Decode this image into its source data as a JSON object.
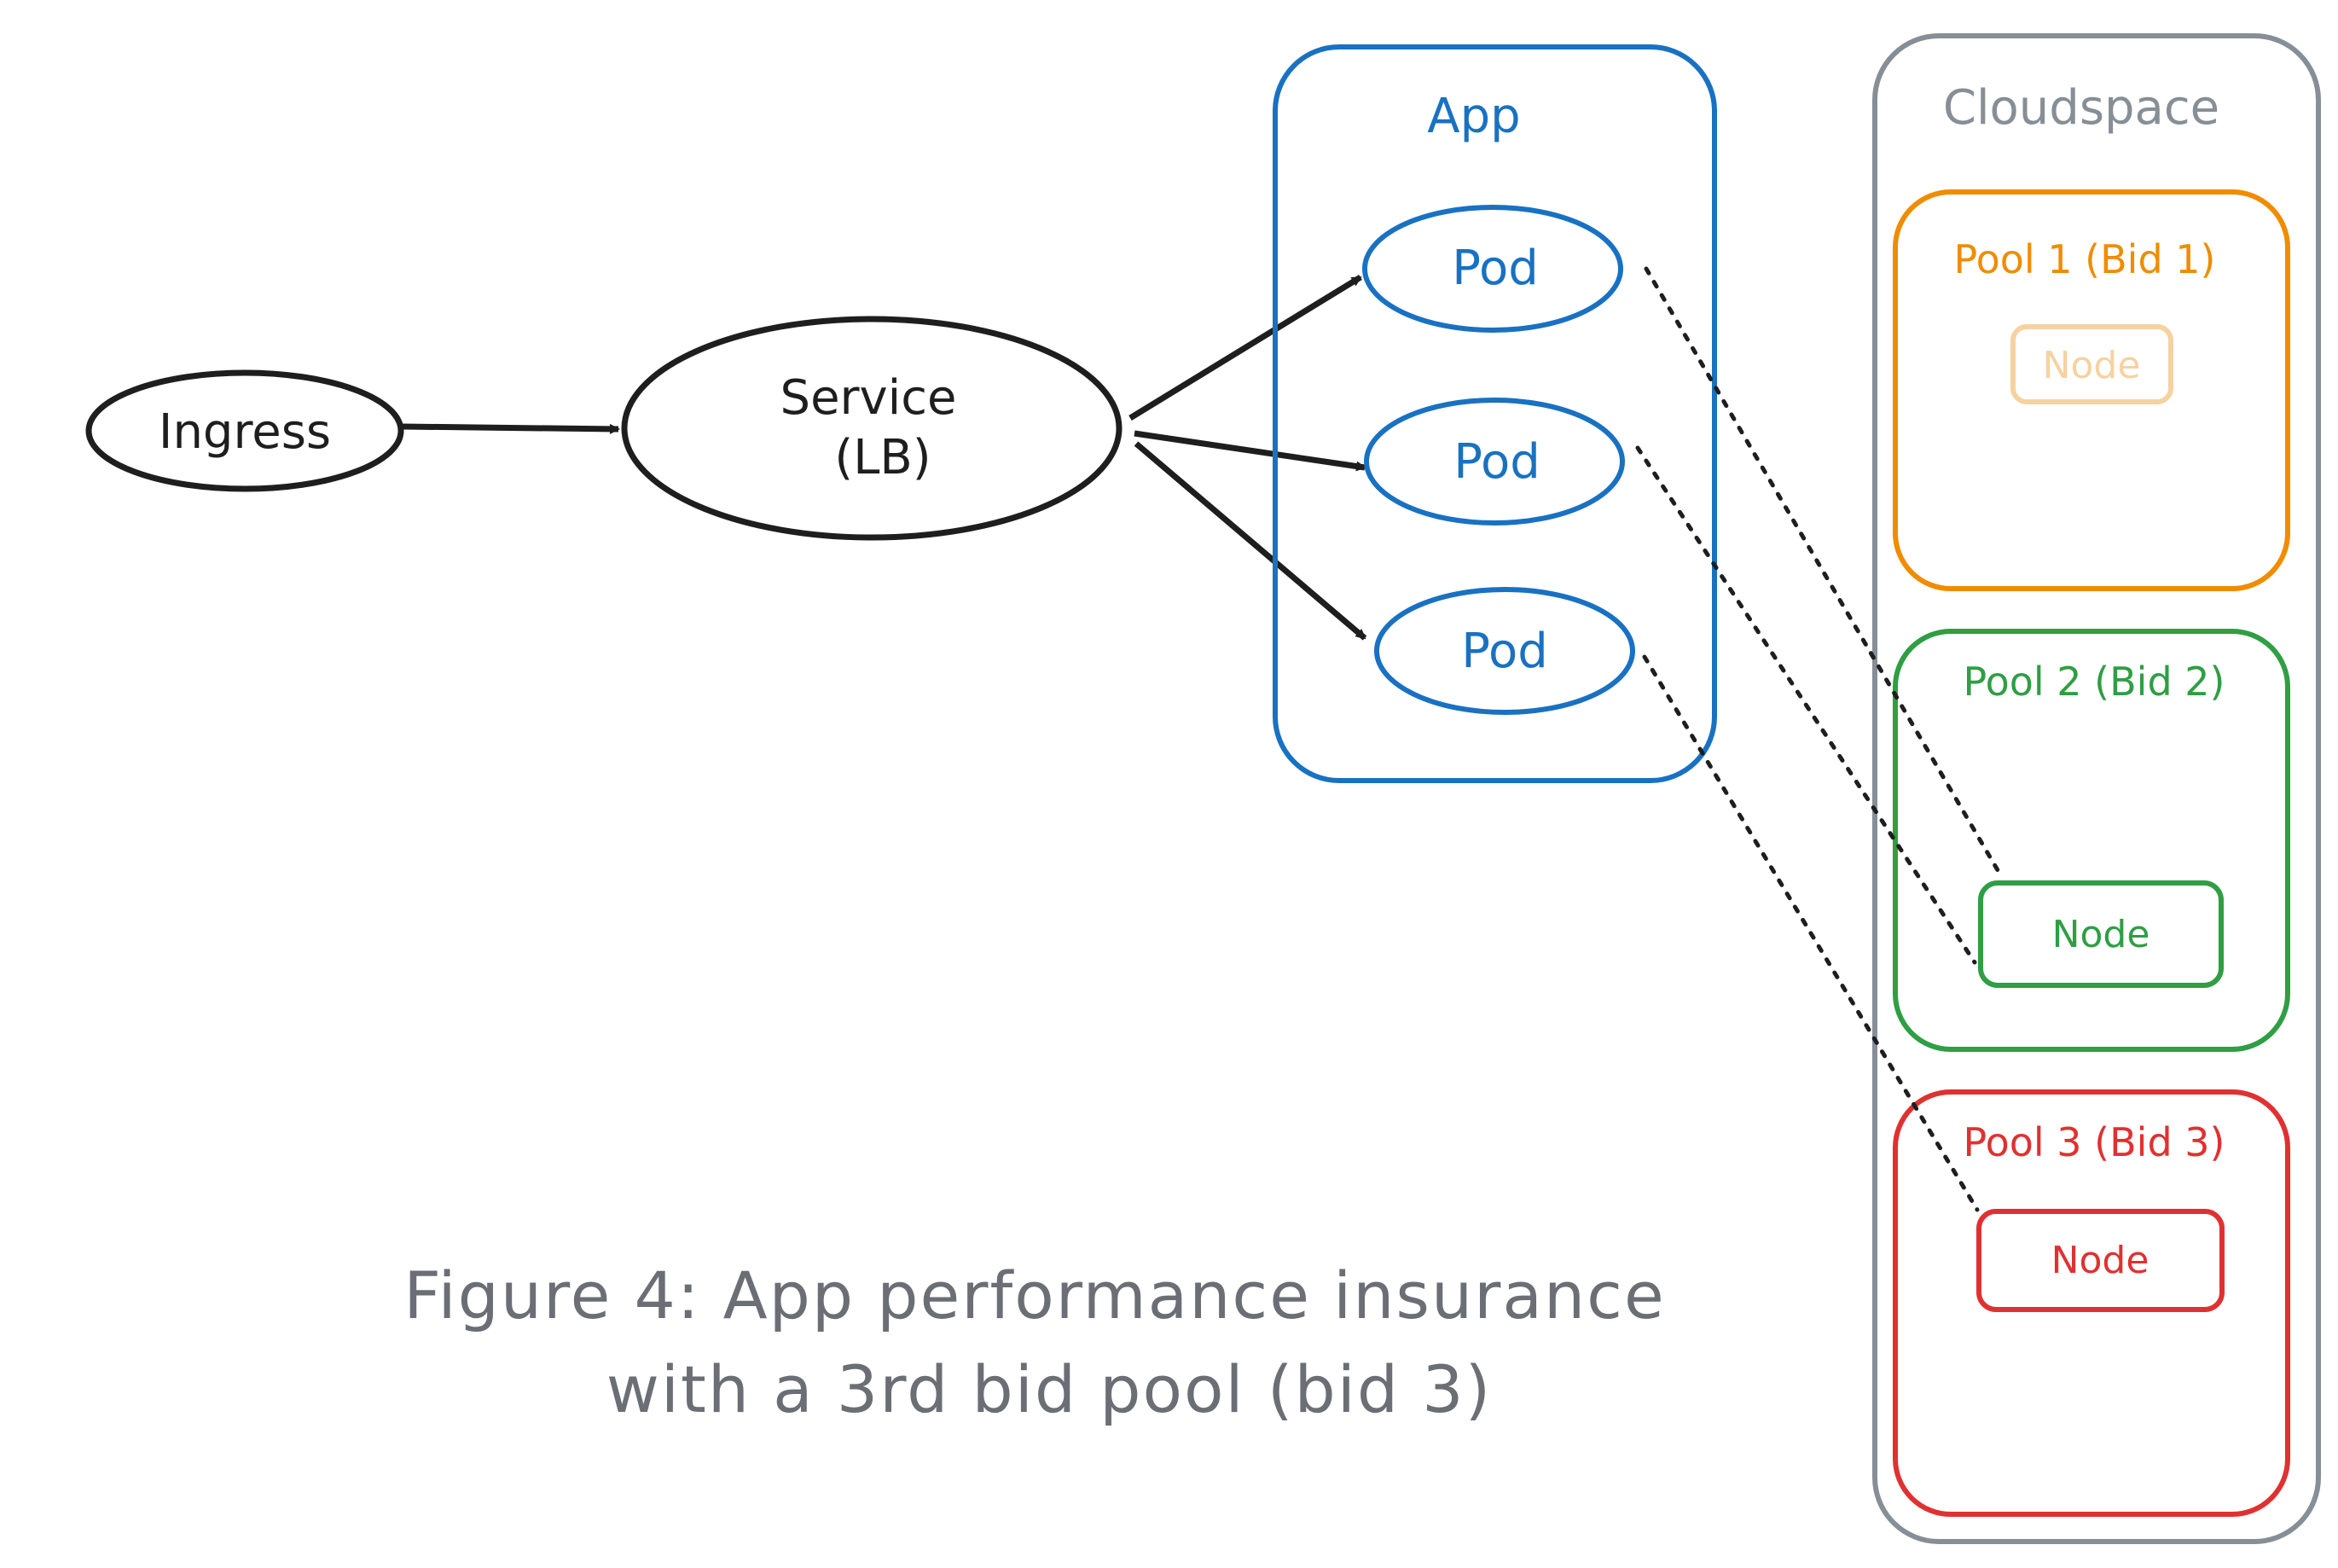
{
  "nodes": {
    "ingress": "Ingress",
    "service_line1": "Service",
    "service_line2": "(LB)"
  },
  "app": {
    "title": "App",
    "pods": [
      "Pod",
      "Pod",
      "Pod"
    ]
  },
  "cloudspace": {
    "title": "Cloudspace",
    "pools": [
      {
        "label": "Pool 1 (Bid 1)",
        "node": "Node",
        "node_state": "faded"
      },
      {
        "label": "Pool 2 (Bid 2)",
        "node": "Node",
        "node_state": "active"
      },
      {
        "label": "Pool 3 (Bid 3)",
        "node": "Node",
        "node_state": "active"
      }
    ]
  },
  "caption": {
    "line1": "Figure 4: App performance insurance",
    "line2": "with a 3rd bid pool (bid 3)"
  },
  "colors": {
    "black": "#1e1e1e",
    "blue": "#1971c2",
    "gray": "#868e96",
    "orange": "#f08c00",
    "orange_faded": "#f6d2a1",
    "green": "#2f9e44",
    "red": "#e03131",
    "caption": "#6b6f75"
  }
}
